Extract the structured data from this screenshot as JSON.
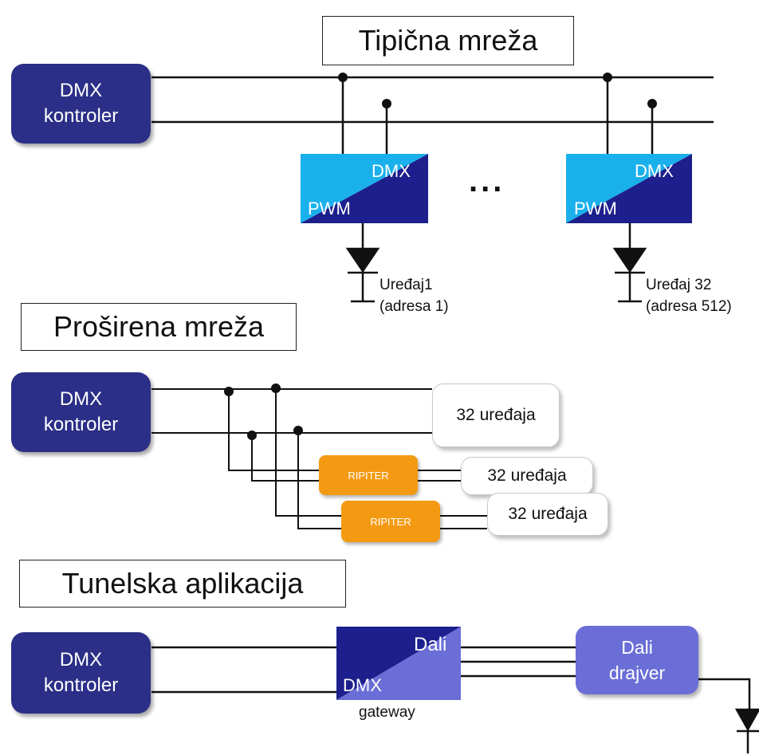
{
  "sections": {
    "typical": {
      "title": "Tipična mreža",
      "controller": [
        "DMX",
        "kontroler"
      ],
      "converter_top": "DMX",
      "converter_bottom": "PWM",
      "ellipsis": "...",
      "device1": [
        "Uređaj1",
        "(adresa 1)"
      ],
      "device2": [
        "Uređaj 32",
        "(adresa 512)"
      ]
    },
    "extended": {
      "title": "Proširena mreža",
      "controller": [
        "DMX",
        "kontroler"
      ],
      "device_group": "32 uređaja",
      "repeater": "RIPITER"
    },
    "tunnel": {
      "title": "Tunelska aplikacija",
      "controller": [
        "DMX",
        "kontroler"
      ],
      "gateway_top": "Dali",
      "gateway_bottom": "DMX",
      "gateway_label": "gateway",
      "driver": [
        "Dali",
        "drajver"
      ]
    }
  },
  "colors": {
    "controller": "#2b2f87",
    "converter_dark": "#1c1f8c",
    "converter_light": "#1ab0ec",
    "gateway_light": "#6a6ed6",
    "repeater": "#f39a12"
  }
}
